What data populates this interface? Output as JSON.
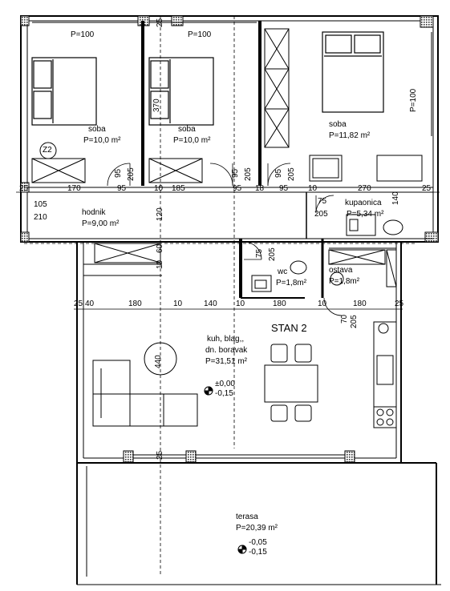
{
  "title": "STAN 2",
  "rooms": {
    "bedroom1": {
      "name": "soba",
      "area": "P=10,0 m²"
    },
    "bedroom2": {
      "name": "soba",
      "area": "P=10,0 m²"
    },
    "bedroom3": {
      "name": "soba",
      "area": "P=11,82 m²"
    },
    "hallway": {
      "name": "hodnik",
      "area": "P=9,00 m²"
    },
    "bathroom": {
      "name": "kupaonica",
      "area": "P=5,34 m²"
    },
    "wc": {
      "name": "wc",
      "area": "P=1,8m²"
    },
    "storage": {
      "name": "ostava",
      "area": "P=1,8m²"
    },
    "living": {
      "name_line1": "kuh, blag,,",
      "name_line2": "dn. boravak",
      "area": "P=31,51 m²"
    },
    "terrace": {
      "name": "terasa",
      "area": "P=20,39 m²"
    }
  },
  "window_labels": [
    "P=100",
    "P=100",
    "P=100"
  ],
  "levels": {
    "living": [
      "±0,00",
      "-0,15"
    ],
    "terrace": [
      "-0,05",
      "-0,15"
    ]
  },
  "symbol_z2": "Z2",
  "dims": {
    "row1": [
      "25",
      "170",
      "95",
      "10",
      "185",
      "95",
      "18",
      "95",
      "10",
      "270",
      "25"
    ],
    "row2": [
      "25",
      "40",
      "180",
      "10",
      "140",
      "10",
      "180",
      "10",
      "180",
      "25"
    ],
    "doors": [
      "95",
      "205",
      "95",
      "205",
      "95",
      "205",
      "75",
      "205",
      "75",
      "205",
      "70",
      "205"
    ],
    "misc": [
      "105",
      "210",
      "120",
      "10",
      "60",
      "370",
      "440",
      "140",
      "25",
      "25"
    ]
  }
}
